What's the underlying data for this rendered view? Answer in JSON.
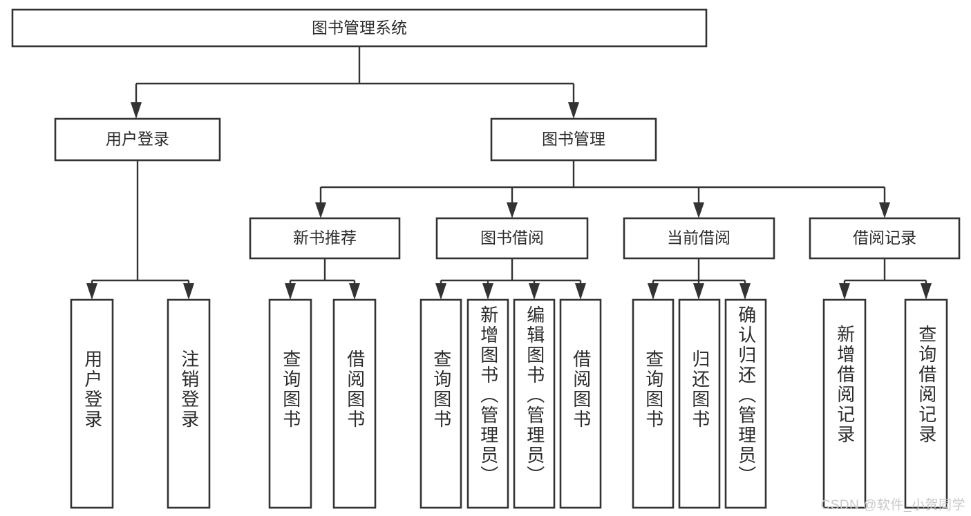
{
  "diagram": {
    "type": "tree-hierarchy-chart",
    "title": "图书管理系统",
    "watermark": "CSDN @软件_小贺同学",
    "colors": {
      "background": "#ffffff",
      "box_stroke": "#333333",
      "connector": "#333333",
      "text": "#2b2b2b",
      "watermark": "#c9c9c9"
    },
    "root": {
      "label": "图书管理系统"
    },
    "level2": [
      {
        "label": "用户登录"
      },
      {
        "label": "图书管理"
      }
    ],
    "level3": [
      {
        "label": "新书推荐"
      },
      {
        "label": "图书借阅"
      },
      {
        "label": "当前借阅"
      },
      {
        "label": "借阅记录"
      }
    ],
    "groups": [
      {
        "parent": "用户登录",
        "leaves": [
          {
            "label": "用户登录"
          },
          {
            "label": "注销登录"
          }
        ]
      },
      {
        "parent": "新书推荐",
        "leaves": [
          {
            "label": "查询图书"
          },
          {
            "label": "借阅图书"
          }
        ]
      },
      {
        "parent": "图书借阅",
        "leaves": [
          {
            "label": "查询图书"
          },
          {
            "label": "新增图书（管理员）"
          },
          {
            "label": "编辑图书（管理员）"
          },
          {
            "label": "借阅图书"
          }
        ]
      },
      {
        "parent": "当前借阅",
        "leaves": [
          {
            "label": "查询图书"
          },
          {
            "label": "归还图书"
          },
          {
            "label": "确认归还（管理员）"
          }
        ]
      },
      {
        "parent": "借阅记录",
        "leaves": [
          {
            "label": "新增借阅记录"
          },
          {
            "label": "查询借阅记录"
          }
        ]
      }
    ]
  }
}
